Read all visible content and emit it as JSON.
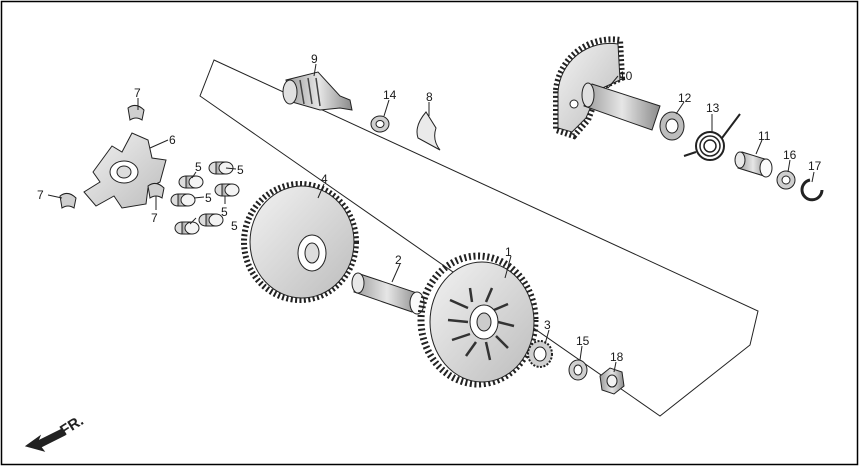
{
  "diagram": {
    "direction_label": "FR.",
    "callouts": [
      {
        "id": "c1",
        "text": "1"
      },
      {
        "id": "c2",
        "text": "2"
      },
      {
        "id": "c3",
        "text": "3"
      },
      {
        "id": "c4",
        "text": "4"
      },
      {
        "id": "c5a",
        "text": "5"
      },
      {
        "id": "c5b",
        "text": "5"
      },
      {
        "id": "c5c",
        "text": "5"
      },
      {
        "id": "c5d",
        "text": "5"
      },
      {
        "id": "c5e",
        "text": "5"
      },
      {
        "id": "c6",
        "text": "6"
      },
      {
        "id": "c7a",
        "text": "7"
      },
      {
        "id": "c7b",
        "text": "7"
      },
      {
        "id": "c7c",
        "text": "7"
      },
      {
        "id": "c8",
        "text": "8"
      },
      {
        "id": "c9",
        "text": "9"
      },
      {
        "id": "c10",
        "text": "10"
      },
      {
        "id": "c11",
        "text": "11"
      },
      {
        "id": "c12",
        "text": "12"
      },
      {
        "id": "c13",
        "text": "13"
      },
      {
        "id": "c14",
        "text": "14"
      },
      {
        "id": "c15",
        "text": "15"
      },
      {
        "id": "c16",
        "text": "16"
      },
      {
        "id": "c17",
        "text": "17"
      },
      {
        "id": "c18",
        "text": "18"
      }
    ]
  }
}
